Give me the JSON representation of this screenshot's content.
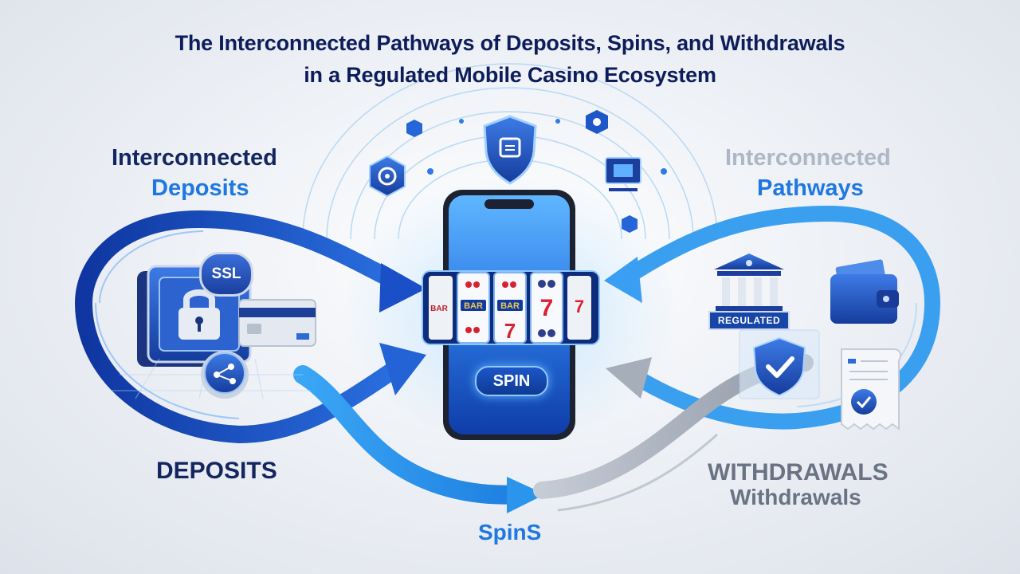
{
  "title": {
    "line1": "The Interconnected Pathways of Deposits, Spins, and Withdrawals",
    "line2": "in a Regulated Mobile Casino Ecosystem"
  },
  "labels": {
    "interconnected_deposits_top": "Interconnected",
    "interconnected_deposits_bottom": "Deposits",
    "deposits": "DEPOSITS",
    "spins": "SpinS",
    "interconnected_pathways_top": "Interconnected",
    "interconnected_pathways_bottom": "Pathways",
    "withdrawals_upper": "WITHDRAWALS",
    "withdrawals_lower": "Withdrawals"
  },
  "phone": {
    "spin_button": "SPIN",
    "reel_symbols": [
      "BAR",
      "BAR",
      "7",
      "cherry",
      "plum"
    ]
  },
  "badges": {
    "ssl": "SSL",
    "regulated": "REGULATED"
  },
  "colors": {
    "deposit_arrow": "#1c4fc2",
    "spins_arrow": "#2d9cf0",
    "withdrawal_arrow": "#a9b1bd",
    "title": "#0d1d5a"
  },
  "icons": [
    "shield-icon",
    "gear-icon",
    "vault-lock-icon",
    "credit-card-icon",
    "network-icon",
    "bank-icon",
    "wallet-icon",
    "shield-check-icon",
    "receipt-icon",
    "chip-icon"
  ]
}
